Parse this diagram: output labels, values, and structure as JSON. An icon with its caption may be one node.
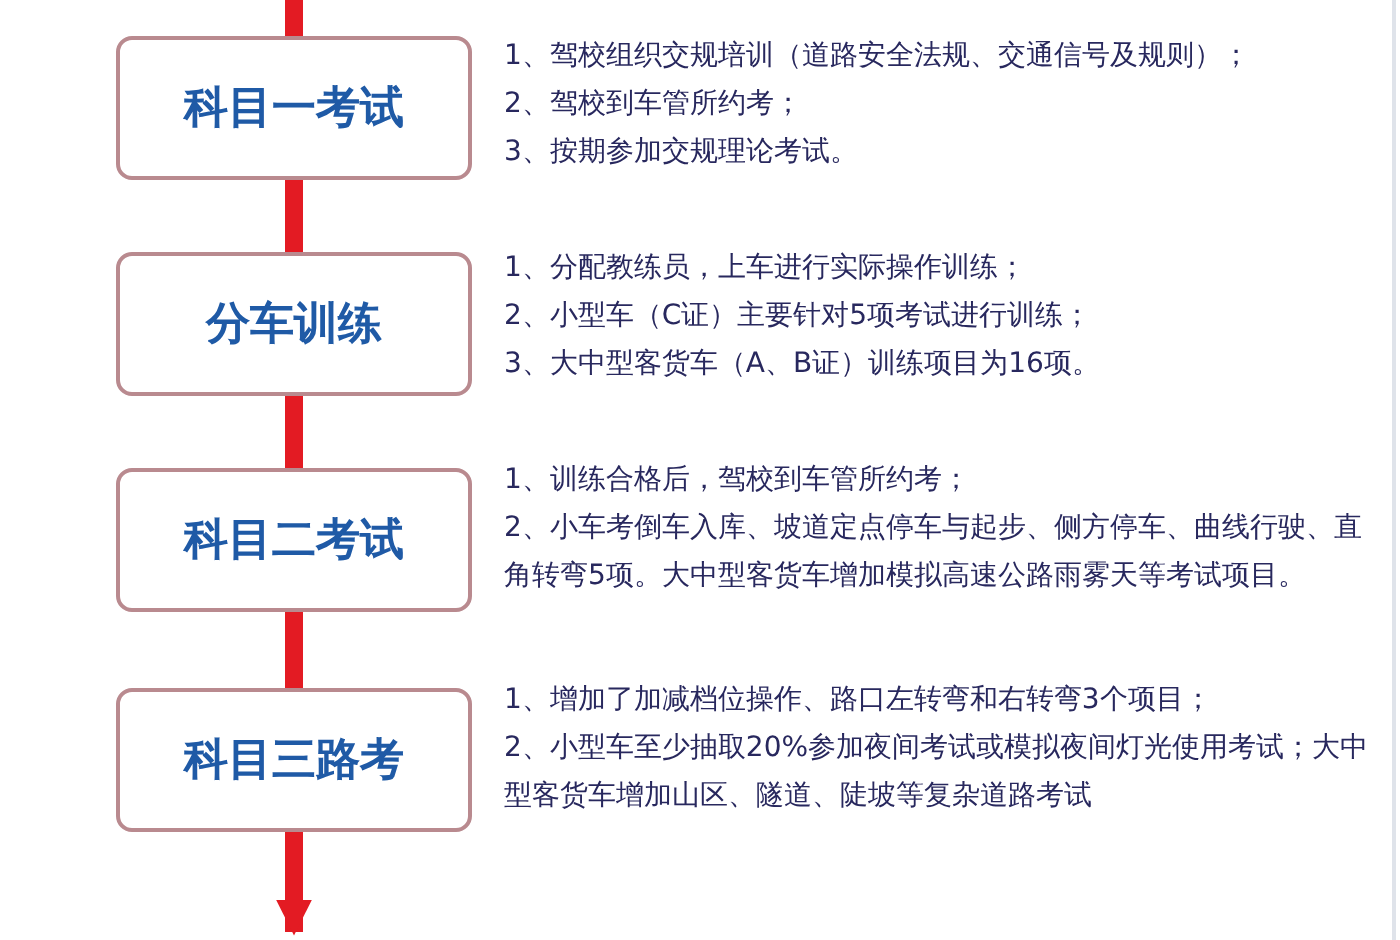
{
  "diagram": {
    "nodes": [
      {
        "text": [
          "科目一考试"
        ],
        "beside": [
          "1、驾校组织交规培训（道路安全法规、交通信号及规则）；",
          "2、驾校到车管所约考；",
          "3、按期参加交规理论考试。"
        ]
      },
      {
        "text": [
          "分车训练"
        ],
        "beside": [
          "1、分配教练员，上车进行实际操作训练；",
          "2、小型车（C证）主要针对5项考试进行训练；",
          "3、大中型客货车（A、B证）训练项目为16项。"
        ]
      },
      {
        "text": [
          "科目二考试"
        ],
        "beside": [
          "1、训练合格后，驾校到车管所约考；",
          "2、小车考倒车入库、坡道定点停车与起步、侧方停车、曲线行驶、直角转弯5项。大中型客货车增加模拟高速公路雨雾天等考试项目。"
        ]
      },
      {
        "text": [
          "科目三路考"
        ],
        "beside": [
          "1、增加了加减档位操作、路口左转弯和右转弯3个项目；",
          "2、小型车至少抽取20%参加夜间考试或模拟夜间灯光使用考试；大中型客货车增加山区、隧道、陡坡等复杂道路考试"
        ]
      }
    ],
    "edges": [
      {
        "from": null,
        "to": 0,
        "arrow": "none",
        "color": "#e31b23"
      },
      {
        "from": 0,
        "to": 1,
        "arrow": "none",
        "color": "#e31b23"
      },
      {
        "from": 1,
        "to": 2,
        "arrow": "none",
        "color": "#e31b23"
      },
      {
        "from": 2,
        "to": 3,
        "arrow": "none",
        "color": "#e31b23"
      },
      {
        "from": 3,
        "to": null,
        "arrow": "to",
        "color": "#e31b23"
      }
    ]
  }
}
